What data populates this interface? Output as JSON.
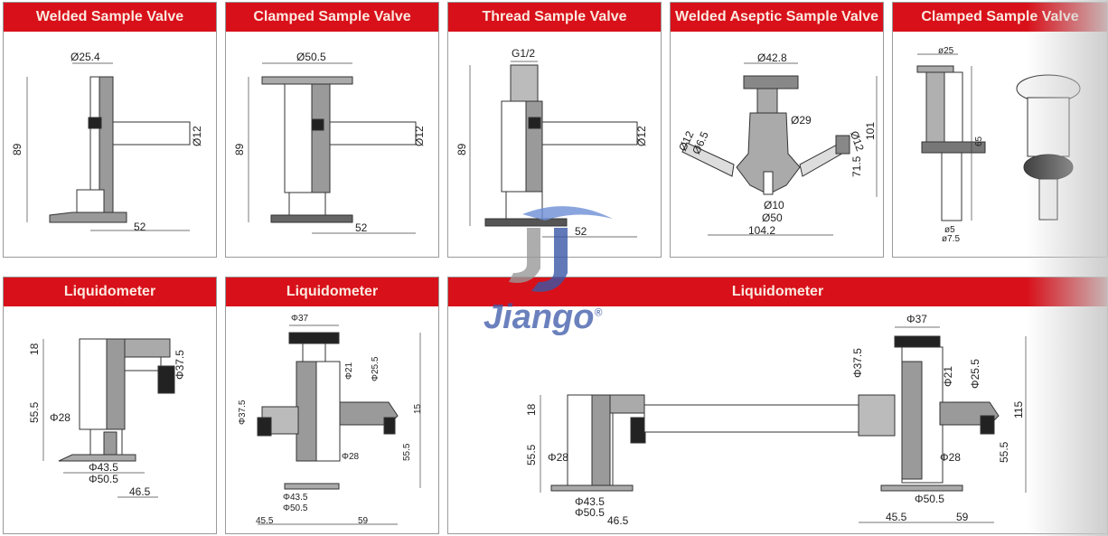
{
  "panels": [
    {
      "title": "Welded Sample Valve",
      "dims": [
        "Ø25.4",
        "89",
        "Ø12",
        "52"
      ]
    },
    {
      "title": "Clamped Sample Valve",
      "dims": [
        "Ø50.5",
        "89",
        "Ø12",
        "52"
      ]
    },
    {
      "title": "Thread Sample Valve",
      "dims": [
        "G1/2",
        "89",
        "Ø12",
        "52"
      ]
    },
    {
      "title": "Welded Aseptic Sample Valve",
      "dims": [
        "Ø42.8",
        "Ø29",
        "Ø12",
        "Ø6.5",
        "Ø12",
        "101",
        "71.5",
        "Ø10",
        "Ø50",
        "104.2"
      ]
    },
    {
      "title": "Clamped  Sample Valve",
      "dims": [
        "ø25",
        "65",
        "ø5",
        "ø7.5"
      ]
    },
    {
      "title": "Liquidometer",
      "dims": [
        "18",
        "Φ37.5",
        "55.5",
        "Φ28",
        "Φ43.5",
        "Φ50.5",
        "46.5"
      ]
    },
    {
      "title": "Liquidometer",
      "dims": [
        "Φ37",
        "Φ21",
        "Φ25.5",
        "Φ37.5",
        "15",
        "55.5",
        "Φ28",
        "Φ43.5",
        "Φ50.5",
        "45.5",
        "59"
      ]
    },
    {
      "title": "Liquidometer",
      "dims": [
        "Φ37",
        "Φ37.5",
        "Φ21",
        "Φ25.5",
        "18",
        "115",
        "55.5",
        "Φ28",
        "Φ28",
        "55.5",
        "Φ43.5",
        "Φ50.5",
        "46.5",
        "Φ50.5",
        "45.5",
        "59"
      ]
    }
  ],
  "watermark": {
    "brand": "Jiango",
    "mark": "®"
  },
  "colors": {
    "header": "#d8101a",
    "section": "#8a8a8a",
    "logo": "#3a58a8"
  }
}
